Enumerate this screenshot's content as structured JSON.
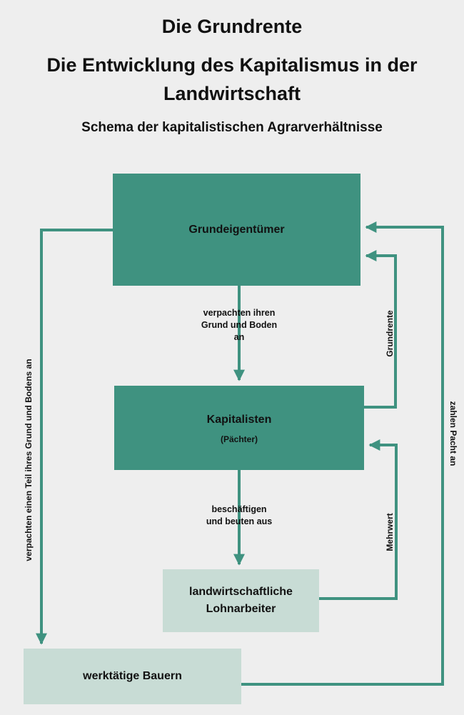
{
  "heading": {
    "title": "Die Grundrente",
    "subtitle_line1": "Die Entwicklung des Kapitalismus in der",
    "subtitle_line2": "Landwirtschaft",
    "schema": "Schema der kapitalistischen Agrarverhältnisse"
  },
  "nodes": {
    "grundeigentuemer": "Grundeigentümer",
    "kapitalisten": "Kapitalisten",
    "kapitalisten_note": "(Pächter)",
    "lohnarbeiter_line1": "landwirtschaftliche",
    "lohnarbeiter_line2": "Lohnarbeiter",
    "bauern": "werktätige Bauern"
  },
  "edges": {
    "verpachten_line1": "verpachten ihren",
    "verpachten_line2": "Grund und Boden",
    "verpachten_line3": "an",
    "beschaeftigen_line1": "beschäftigen",
    "beschaeftigen_line2": "und beuten aus",
    "grundrente": "Grundrente",
    "mehrwert": "Mehrwert",
    "pacht": "zahlen Pacht an",
    "teil": "verpachten einen Teil ihres Grund und Bodens an"
  },
  "colors": {
    "arrow": "#3f9280",
    "dark_box": "#3f9280",
    "light_box": "#c8dcd5",
    "background": "#eeeeee"
  }
}
